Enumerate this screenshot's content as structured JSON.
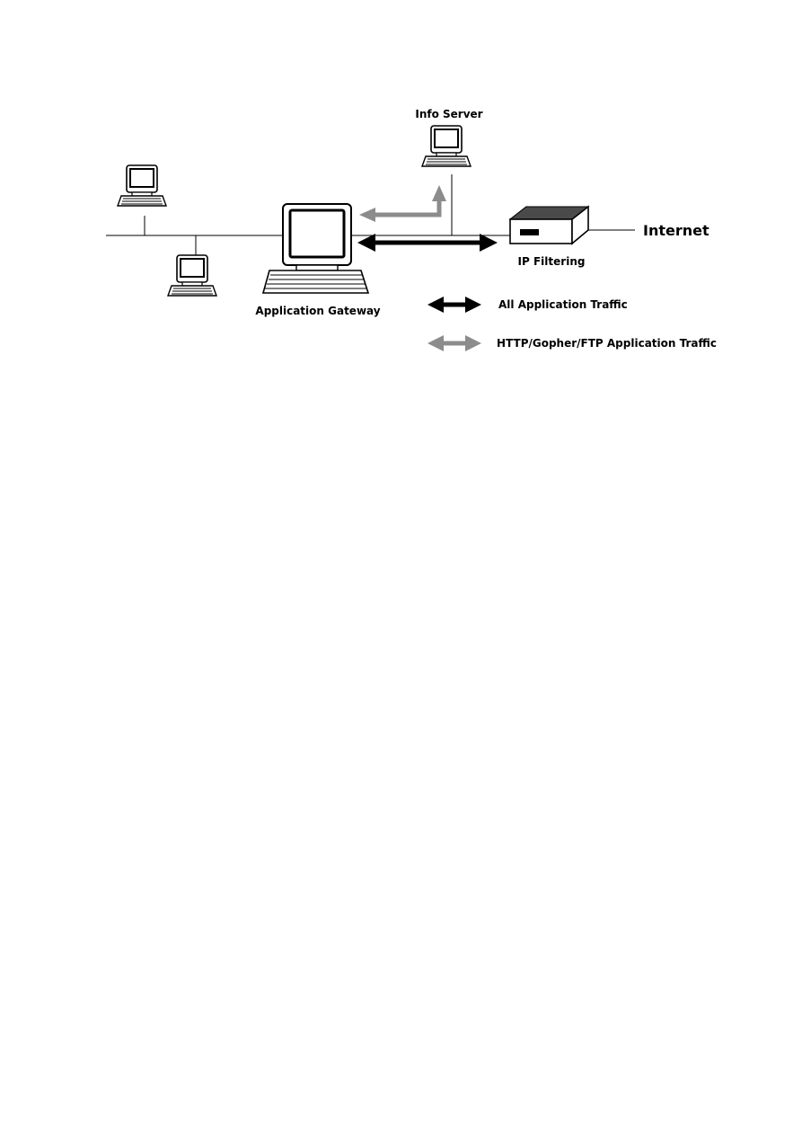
{
  "labels": {
    "info_server": "Info Server",
    "internet": "Internet",
    "ip_filtering": "IP Filtering",
    "application_gateway": "Application Gateway"
  },
  "legend": {
    "items": [
      {
        "label": "All Application Traffic",
        "color": "#000000"
      },
      {
        "label": "HTTP/Gopher/FTP Application Traffic",
        "color": "#8c8c8c"
      }
    ]
  },
  "colors": {
    "all_traffic": "#000000",
    "http_traffic": "#8c8c8c"
  }
}
